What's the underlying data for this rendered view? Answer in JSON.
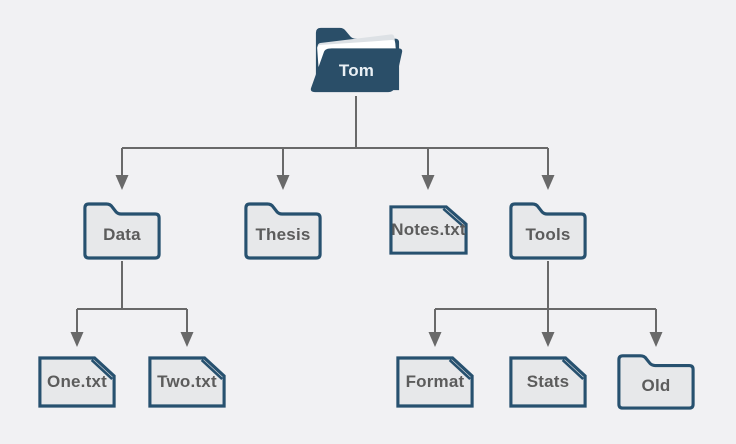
{
  "title": "Directory tree diagram",
  "tree": {
    "root": {
      "label": "Tom",
      "type": "open-folder"
    },
    "children": [
      {
        "label": "Data",
        "type": "folder",
        "children": [
          {
            "label": "One.txt",
            "type": "file"
          },
          {
            "label": "Two.txt",
            "type": "file"
          }
        ]
      },
      {
        "label": "Thesis",
        "type": "folder"
      },
      {
        "label": "Notes.txt",
        "type": "file"
      },
      {
        "label": "Tools",
        "type": "folder",
        "children": [
          {
            "label": "Format",
            "type": "file"
          },
          {
            "label": "Stats",
            "type": "file"
          },
          {
            "label": "Old",
            "type": "folder"
          }
        ]
      }
    ]
  },
  "colors": {
    "background": "#f1f1f3",
    "node_fill": "#e7e8ea",
    "node_border": "#27516f",
    "root_fill": "#2a4e68",
    "root_label": "#eaf0f5",
    "label": "#5c5c5c",
    "connector": "#696969"
  }
}
